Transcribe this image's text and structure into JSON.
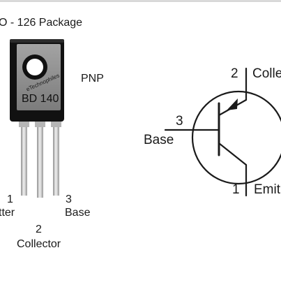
{
  "package": {
    "title": "O - 126 Package",
    "part_marking": "BD 140",
    "type": "PNP",
    "watermark": "eTechnophiles"
  },
  "pins": {
    "left_number": "1",
    "left_name": "tter",
    "middle_number": "2",
    "middle_name": "Collector",
    "right_number": "3",
    "right_name": "Base"
  },
  "symbol": {
    "collector_number": "2",
    "collector_label": "Collec",
    "base_number": "3",
    "base_label": "Base",
    "emitter_number": "1",
    "emitter_label": "Emit"
  },
  "colors": {
    "background": "#ffffff",
    "ink": "#1a1a1a",
    "body_black": "#111111",
    "label_grey": "#8e8e8e",
    "lead_silver": "#c8c8c8",
    "frame_grey": "#c9c9c9"
  }
}
